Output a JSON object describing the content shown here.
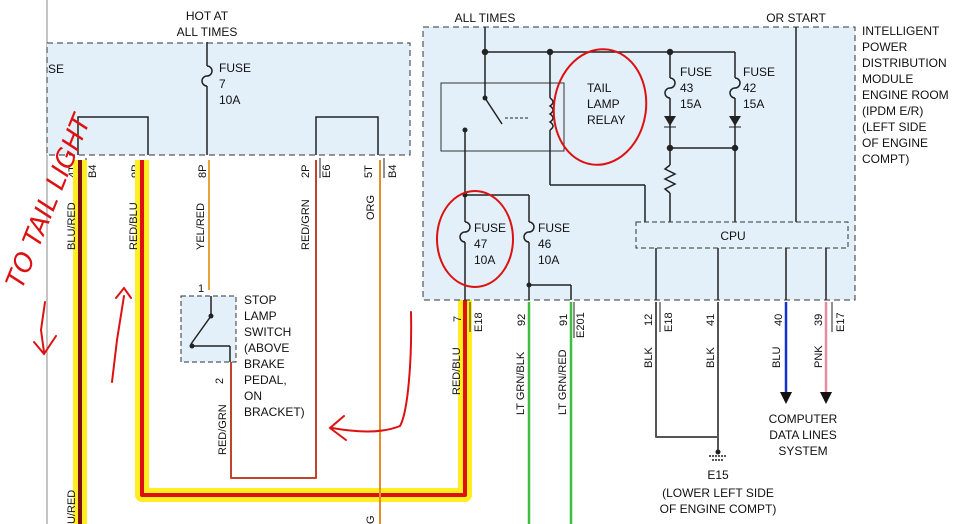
{
  "top_labels": {
    "hot_at": "HOT AT",
    "all_times_left": "ALL TIMES",
    "all_times_right": "ALL TIMES",
    "or_start": "OR START",
    "left_box_edge": "SE"
  },
  "ipdm_label": [
    "INTELLIGENT",
    "POWER",
    "DISTRIBUTION",
    "MODULE",
    "ENGINE ROOM",
    "(IPDM E/R)",
    "(LEFT SIDE",
    "OF ENGINE",
    "COMPT)"
  ],
  "fuses": {
    "fuse7": [
      "FUSE",
      "7",
      "10A"
    ],
    "fuse43": [
      "FUSE",
      "43",
      "15A"
    ],
    "fuse42": [
      "FUSE",
      "42",
      "15A"
    ],
    "fuse47": [
      "FUSE",
      "47",
      "10A"
    ],
    "fuse46": [
      "FUSE",
      "46",
      "10A"
    ]
  },
  "tail_lamp_relay": [
    "TAIL",
    "LAMP",
    "RELAY"
  ],
  "cpu_label": "CPU",
  "left_pins": [
    {
      "pin": "4T",
      "conn": "B4",
      "wire": "BLU/RED"
    },
    {
      "pin": "9P",
      "conn": "",
      "wire": "RED/BLU"
    },
    {
      "pin": "8P",
      "conn": "",
      "wire": "YEL/RED"
    },
    {
      "pin": "2P",
      "conn": "E6",
      "wire": "RED/GRN"
    },
    {
      "pin": "5T",
      "conn": "B4",
      "wire": "ORG"
    }
  ],
  "ipdm_pins": [
    {
      "pin": "7",
      "conn": "E18",
      "wire": "RED/BLU"
    },
    {
      "pin": "92",
      "conn": "",
      "wire": "LT GRN/BLK"
    },
    {
      "pin": "91",
      "conn": "E201",
      "wire": "LT GRN/RED"
    },
    {
      "pin": "12",
      "conn": "E18",
      "wire": "BLK"
    },
    {
      "pin": "41",
      "conn": "",
      "wire": "BLK"
    },
    {
      "pin": "40",
      "conn": "",
      "wire": "BLU"
    },
    {
      "pin": "39",
      "conn": "E17",
      "wire": "PNK"
    }
  ],
  "stop_lamp_switch": {
    "label": [
      "STOP",
      "LAMP",
      "SWITCH",
      "(ABOVE",
      "BRAKE",
      "PEDAL,",
      "ON",
      "BRACKET)"
    ],
    "pin_top": "1",
    "pin_bottom": "2",
    "wire_bottom": "RED/GRN"
  },
  "ground": {
    "name": "E15",
    "desc": [
      "(LOWER LEFT SIDE",
      "OF ENGINE COMPT)"
    ]
  },
  "computer_data": [
    "COMPUTER",
    "DATA LINES",
    "SYSTEM"
  ],
  "bottom_cut": {
    "left": "U/RED",
    "org": "G"
  },
  "handwritten": {
    "text": "TO TAIL LIGHT",
    "color": "#dd1111"
  },
  "colors": {
    "highlight": "#ffee22",
    "red_blu_wire": "#dd1111",
    "yel_red_wire": "#e8a23a",
    "red_grn_wire": "#c0432b",
    "org_wire": "#e88a2a",
    "lt_grn_wire": "#3fbf3f",
    "blk_wire": "#555555",
    "blu_wire": "#1133cc",
    "pnk_wire": "#e88aa0",
    "box_fill": "#e3f0fa"
  }
}
